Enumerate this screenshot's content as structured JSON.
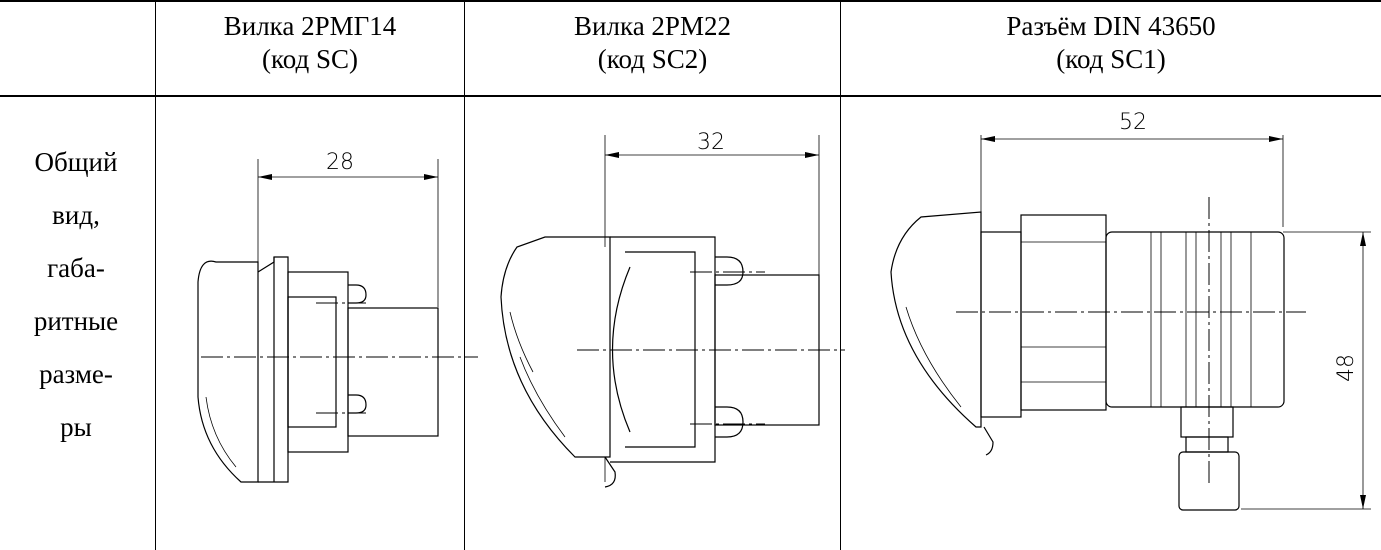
{
  "table": {
    "headers": [
      {
        "line1": "Вилка 2РМГ14",
        "line2": "(код SC)"
      },
      {
        "line1": "Вилка 2РМ22",
        "line2": "(код SC2)"
      },
      {
        "line1": "Разъём DIN 43650",
        "line2": "(код SC1)"
      }
    ],
    "row_label": [
      "Общий",
      "вид,",
      "габа-",
      "ритные",
      "разме-",
      "ры"
    ],
    "dimensions": {
      "sc": "28",
      "sc2": "32",
      "sc1_width": "52",
      "sc1_height": "48"
    }
  }
}
